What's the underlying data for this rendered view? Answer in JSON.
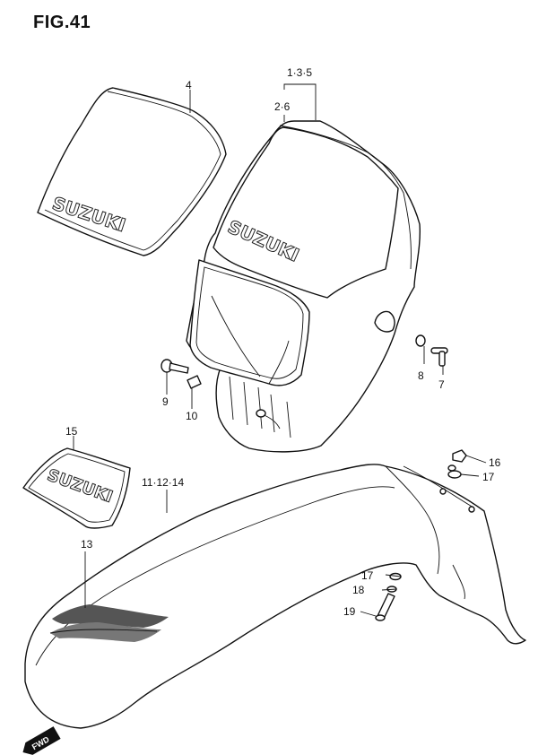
{
  "figure": {
    "title": "FIG.41"
  },
  "brand": {
    "logo_text": "SUZUKI"
  },
  "callouts": {
    "c_1_3_5": "1·3·5",
    "c_2_6": "2·6",
    "c_4": "4",
    "c_7": "7",
    "c_8": "8",
    "c_9": "9",
    "c_10": "10",
    "c_11_12_14": "11·12·14",
    "c_13": "13",
    "c_15": "15",
    "c_16": "16",
    "c_17a": "17",
    "c_17b": "17",
    "c_18": "18",
    "c_19": "19"
  },
  "direction": {
    "label": "FWD"
  }
}
